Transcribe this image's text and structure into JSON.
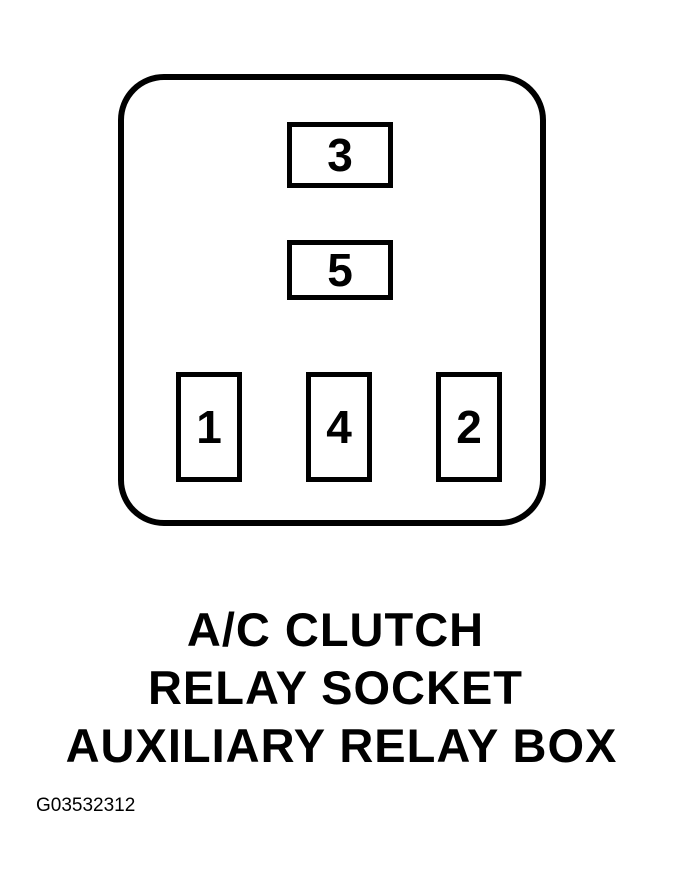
{
  "diagram": {
    "type": "relay-socket-pinout",
    "terminals": [
      {
        "id": "3",
        "label": "3",
        "position": "top-center",
        "orientation": "horizontal"
      },
      {
        "id": "5",
        "label": "5",
        "position": "middle-center",
        "orientation": "horizontal"
      },
      {
        "id": "1",
        "label": "1",
        "position": "bottom-left",
        "orientation": "vertical"
      },
      {
        "id": "4",
        "label": "4",
        "position": "bottom-center",
        "orientation": "vertical"
      },
      {
        "id": "2",
        "label": "2",
        "position": "bottom-right",
        "orientation": "vertical"
      }
    ],
    "caption": {
      "line1": "A/C CLUTCH",
      "line2": "RELAY SOCKET",
      "line3": "AUXILIARY RELAY BOX"
    },
    "figure_id": "G03532312",
    "colors": {
      "stroke": "#000000",
      "background": "#ffffff"
    }
  }
}
